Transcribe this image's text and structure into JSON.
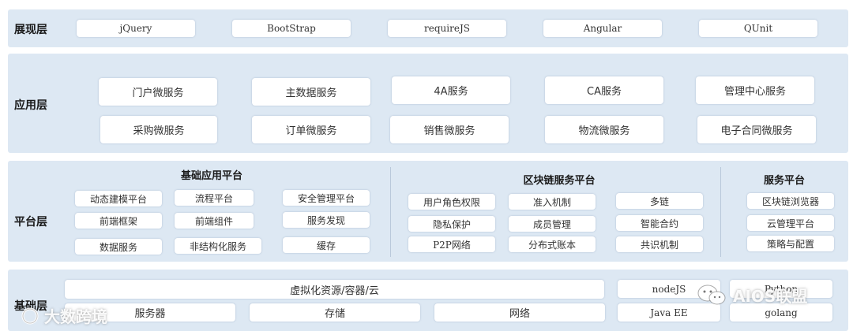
{
  "layers": {
    "presentation": {
      "label": "展现层",
      "items": [
        "jQuery",
        "BootStrap",
        "requireJS",
        "Angular",
        "QUnit"
      ]
    },
    "application": {
      "label": "应用层",
      "row1": [
        "门户微服务",
        "主数据服务",
        "4A服务",
        "CA服务",
        "管理中心服务"
      ],
      "row2": [
        "采购微服务",
        "订单微服务",
        "销售微服务",
        "物流微服务",
        "电子合同微服务"
      ]
    },
    "platform": {
      "label": "平台层",
      "basic": {
        "title": "基础应用平台",
        "items": [
          "动态建模平台",
          "流程平台",
          "安全管理平台",
          "前端框架",
          "前端组件",
          "服务发现",
          "数据服务",
          "非结构化服务",
          "缓存"
        ]
      },
      "blockchain": {
        "title": "区块链服务平台",
        "items": [
          "用户角色权限",
          "准入机制",
          "多链",
          "隐私保护",
          "成员管理",
          "智能合约",
          "P2P网络",
          "分布式账本",
          "共识机制"
        ]
      },
      "service": {
        "title": "服务平台",
        "items": [
          "区块链浏览器",
          "云管理平台",
          "策略与配置"
        ]
      }
    },
    "infrastructure": {
      "label": "基础层",
      "virtualization": "虚拟化资源/容器/云",
      "bottom": [
        "服务器",
        "存储",
        "网络"
      ],
      "right": [
        "nodeJS",
        "Python",
        "Java EE",
        "golang"
      ]
    }
  },
  "watermarks": {
    "left": "大数跨境",
    "right": "AIOS联盟"
  }
}
